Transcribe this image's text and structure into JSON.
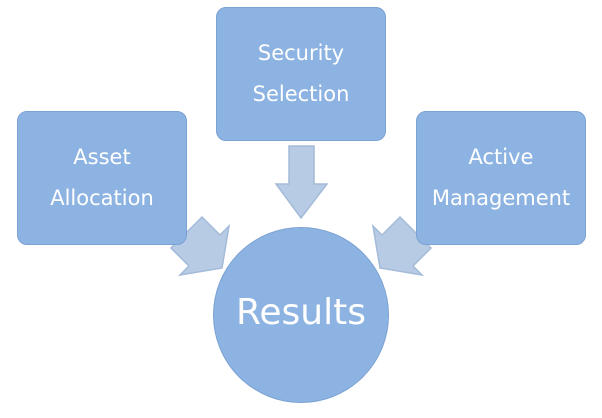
{
  "diagram": {
    "nodes": {
      "asset": {
        "line1": "Asset",
        "line2": "Allocation"
      },
      "security": {
        "line1": "Security",
        "line2": "Selection"
      },
      "active": {
        "line1": "Active",
        "line2": "Management"
      },
      "result": {
        "label": "Results"
      }
    },
    "colors": {
      "box_fill": "#8db3e2",
      "box_border": "#7aa2d2",
      "arrow_fill": "#b7cbe4",
      "arrow_stroke": "#a3bad8",
      "text": "#ffffff"
    }
  }
}
